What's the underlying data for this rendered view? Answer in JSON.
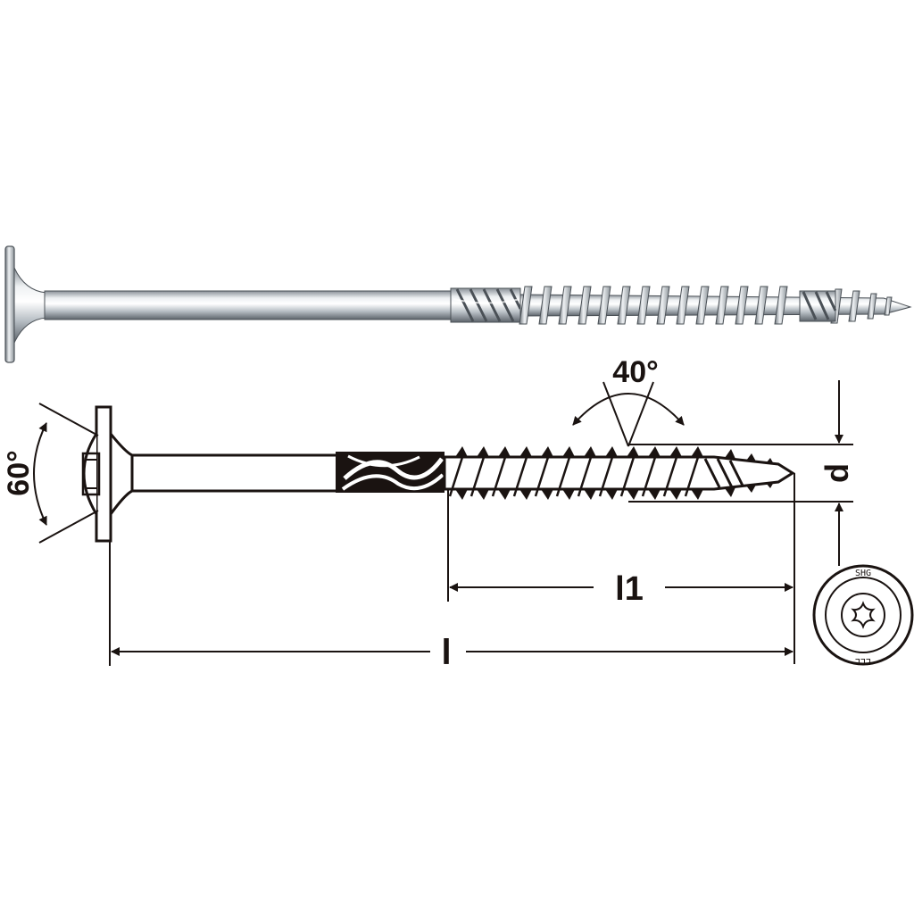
{
  "colors": {
    "ink": "#1a1311",
    "steel_light": "#eef1f3",
    "steel_mid": "#b9c0c6",
    "steel_dark": "#5d646b"
  },
  "labels": {
    "head_angle": "60°",
    "point_angle": "40°",
    "diameter": "d",
    "thread_length": "l1",
    "total_length": "l"
  },
  "head_marking": {
    "top": "SHG",
    "bottom": "LLL"
  },
  "icons": {
    "drive": "torx-recess-icon"
  }
}
